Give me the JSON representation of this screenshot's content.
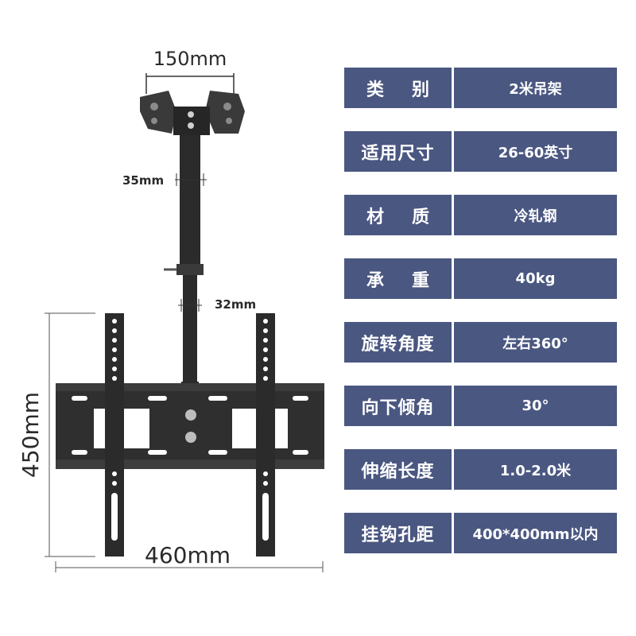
{
  "dimensions": {
    "top_width": "150mm",
    "pole_upper": "35mm",
    "pole_lower": "32mm",
    "height": "450mm",
    "width": "460mm"
  },
  "specs": [
    {
      "key": "类别",
      "key_chars": [
        "类",
        "别"
      ],
      "value": "2米吊架"
    },
    {
      "key": "适用尺寸",
      "value": "26-60英寸"
    },
    {
      "key": "材质",
      "key_chars": [
        "材",
        "质"
      ],
      "value": "冷轧钢"
    },
    {
      "key": "承重",
      "key_chars": [
        "承",
        "重"
      ],
      "value": "40kg"
    },
    {
      "key": "旋转角度",
      "value": "左右360°"
    },
    {
      "key": "向下倾角",
      "value": "30°"
    },
    {
      "key": "伸缩长度",
      "value": "1.0-2.0米"
    },
    {
      "key": "挂钩孔距",
      "value": "400*400mm以内"
    }
  ],
  "colors": {
    "table_bg": "#4a5781",
    "table_text": "#ffffff",
    "metal": "#2b2b2b"
  }
}
